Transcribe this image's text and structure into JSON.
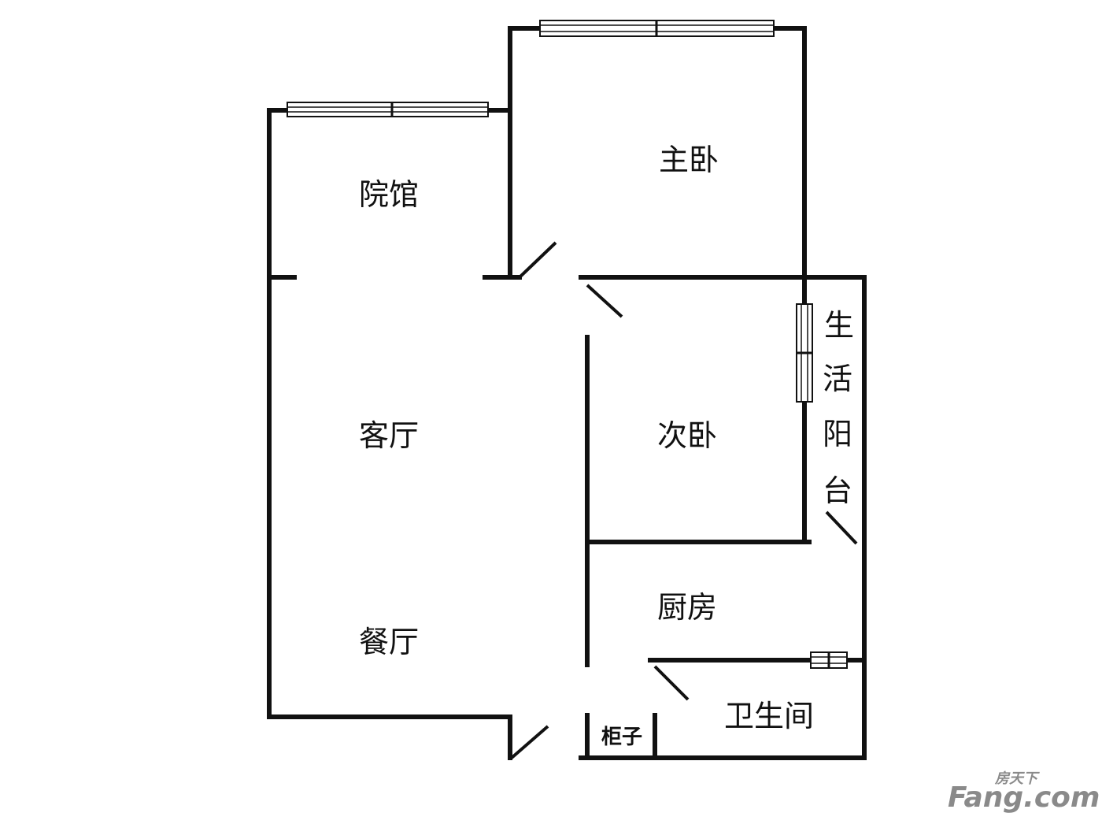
{
  "rooms": {
    "courtyard": "院馆",
    "master_bedroom": "主卧",
    "living_room": "客厅",
    "second_bedroom": "次卧",
    "balcony": [
      "生",
      "活",
      "阳",
      "台"
    ],
    "dining_room": "餐厅",
    "kitchen": "厨房",
    "bathroom": "卫生间",
    "cabinet": "柜子"
  },
  "watermark": {
    "small_text": "房天下",
    "brand_text": "Fang.com",
    "color": "#8a8a8a"
  },
  "colors": {
    "wall": "#111111",
    "background": "#ffffff"
  }
}
